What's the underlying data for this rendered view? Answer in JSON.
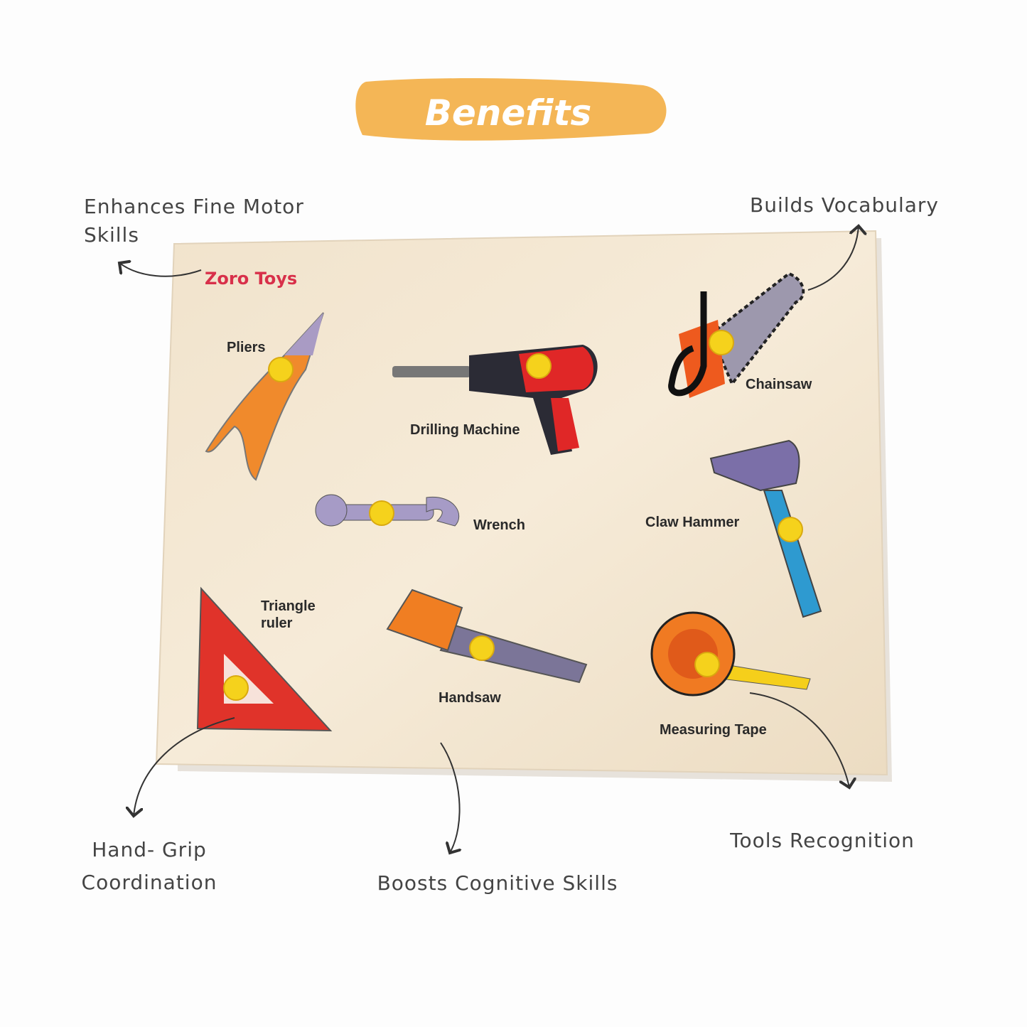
{
  "banner": {
    "title": "Benefits",
    "color": "#f4b656"
  },
  "benefits": {
    "fine_motor": [
      "Enhances Fine Motor",
      "Skills"
    ],
    "vocabulary": "Builds Vocabulary",
    "hand_grip": [
      "Hand- Grip",
      "Coordination"
    ],
    "cognitive": "Boosts Cognitive Skills",
    "recognition": "Tools Recognition"
  },
  "board": {
    "brand": "Zoro Toys",
    "pieces": {
      "pliers": "Pliers",
      "drill": "Drilling Machine",
      "chainsaw": "Chainsaw",
      "wrench": "Wrench",
      "hammer": "Claw Hammer",
      "triangle": [
        "Triangle",
        "ruler"
      ],
      "handsaw": "Handsaw",
      "tape": "Measuring Tape"
    }
  }
}
